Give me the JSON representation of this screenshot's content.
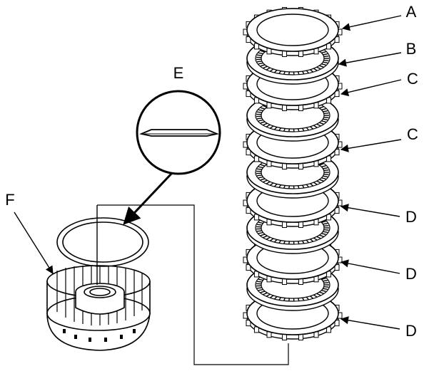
{
  "labels": {
    "A": "A",
    "B": "B",
    "C1": "C",
    "C2": "C",
    "D1": "D",
    "D2": "D",
    "D3": "D",
    "E": "E",
    "F": "F"
  },
  "colors": {
    "line": "#000000",
    "background": "#ffffff",
    "ring_face": "#ffffff"
  }
}
